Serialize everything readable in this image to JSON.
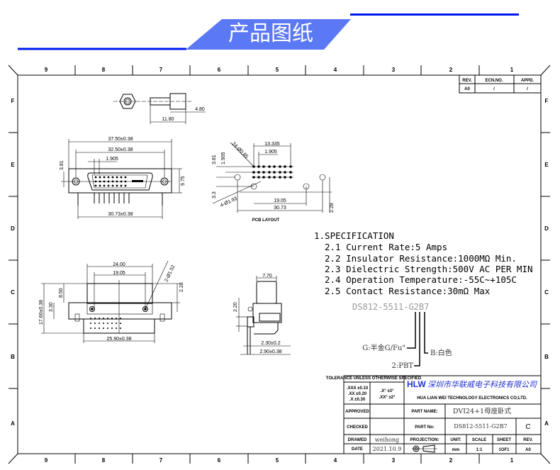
{
  "banner": {
    "title": "产品图纸",
    "accent": "#5b78f5",
    "line_color": "#0018f0"
  },
  "grid": {
    "columns": [
      "9",
      "8",
      "7",
      "6",
      "5",
      "4",
      "3",
      "2",
      "1"
    ],
    "rows": [
      "F",
      "E",
      "D",
      "C",
      "B",
      "A"
    ]
  },
  "revision": {
    "headers": [
      "REV.",
      "ECN.NO.",
      "APPD."
    ],
    "values": [
      "A0",
      "/",
      "/"
    ]
  },
  "views": {
    "spacer": {
      "d1": "4.80",
      "d2": "11.80"
    },
    "front": {
      "d_overall": "37.50±0.38",
      "d_holes": "32.50±0.38",
      "d_pitch": "1.905",
      "d_height": "3.81",
      "d_body": "9.75",
      "d_pins": "30.73±0.38"
    },
    "pcb": {
      "title": "PCB LAYOUT",
      "d_span": "13.335",
      "d_pitch": "1.905",
      "d_pitch_v": "1.905",
      "d_rows": "3.81",
      "d_pinhole": "24-Ø0.85",
      "d_mhole": "4-Ø1.93",
      "d_3_3": "3.3",
      "d_19": "19.05",
      "d_30": "30.73",
      "d_2_28": "2.28"
    },
    "bottom": {
      "d_24": "24.00",
      "d_19": "19.05",
      "d_hole": "2-Ø1.52",
      "d_2_28": "2.28",
      "d_17": "17.60±0.38",
      "d_8_5": "8.50",
      "d_3_3": "3.30",
      "d_25": "25.90±0.38"
    },
    "side": {
      "d_7_7": "7.70",
      "d_2_2": "2.20",
      "d_2_3": "2.30±0.2",
      "d_2_9": "2.90±0.38"
    }
  },
  "specification": {
    "heading": "1.SPECIFICATION",
    "items": [
      "2.1 Current Rate:5 Amps",
      "2.2 Insulator Resistance:1000MΩ Min.",
      "2.3 Dielectric Strength:500V AC PER MIN",
      "2.4 Operation Temperature:-55C~+105C",
      "2.5 Contact Resistance:30mΩ Max"
    ],
    "part_code": "DS812-5511-G2B7",
    "legend": [
      "G:半金G/Fu\"",
      "2:PBT",
      "B:白色"
    ]
  },
  "title_block": {
    "tolerance_title": "TOLERANCE UNLESS OTHERWISE SPECIFIED",
    "tolerance_lines": [
      ".XXX ±0.10",
      ".XX ±0.20",
      ".X ±0.30"
    ],
    "angle_lines": [
      ".X° ±3°",
      ".XX° ±2°"
    ],
    "logo": "HLW",
    "company_cn": "深圳市华联威电子科技有限公司",
    "company_en": "HUA LIAN WEI TECHNOLOGY ELECTRONICS CO;LTD.",
    "approved_label": "APPROVED",
    "checked_label": "CHECKED",
    "drawed_label": "DRAWED",
    "drawed_value": "weihong",
    "date_label": "DATE",
    "date_value": "2021.10.9",
    "part_name_label": "PART NAME:",
    "part_name_value": "DVI24+1母座卧式",
    "part_no_label": "PART No:",
    "part_no_value": "DS812-5511-G2B7",
    "size": "C",
    "projection_label": "PROJECTION:",
    "unit_label": "UNIT:",
    "unit_value": "mm",
    "scale_label": "SCALE",
    "scale_value": "1:1",
    "sheet_label": "SHEET",
    "sheet_value": "1OF1",
    "rev_label": "REV.",
    "rev_value": "A0"
  }
}
